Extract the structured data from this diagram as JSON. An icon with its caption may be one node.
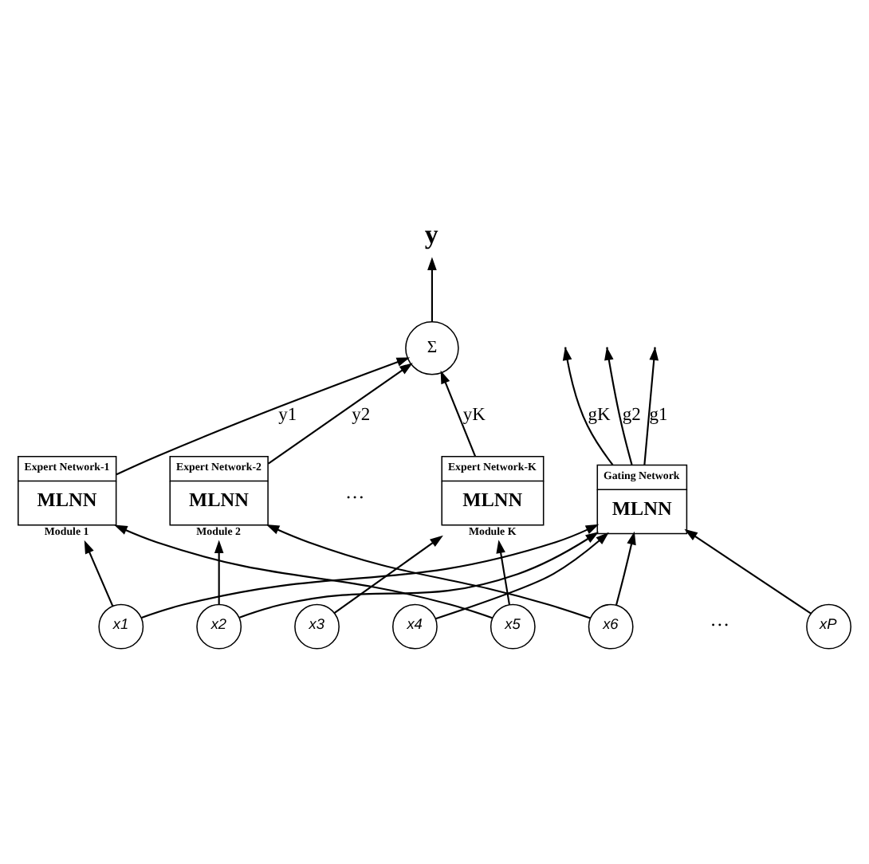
{
  "diagram": {
    "nodes": [
      {
        "text": [
          "y"
        ]
      },
      {
        "text": [
          "Σ"
        ]
      },
      {
        "text": [
          "Expert Network-1",
          "MLNN"
        ],
        "beside": [
          "Module 1"
        ]
      },
      {
        "text": [
          "Expert Network-2",
          "MLNN"
        ],
        "beside": [
          "Module 2"
        ]
      },
      {
        "text": [
          "Expert Network-K",
          "MLNN"
        ],
        "beside": [
          "Module K"
        ]
      },
      {
        "text": [
          "Gating Network",
          "MLNN"
        ]
      },
      {
        "text": [
          "x1"
        ]
      },
      {
        "text": [
          "x2"
        ]
      },
      {
        "text": [
          "x3"
        ]
      },
      {
        "text": [
          "x4"
        ]
      },
      {
        "text": [
          "x5"
        ]
      },
      {
        "text": [
          "x6"
        ]
      },
      {
        "text": [
          "xP"
        ]
      }
    ],
    "edges": [
      {
        "from": 1,
        "to": 0,
        "arrow": "to"
      },
      {
        "from": 2,
        "to": 1,
        "arrow": "to",
        "label": "y1"
      },
      {
        "from": 3,
        "to": 1,
        "arrow": "to",
        "label": "y2"
      },
      {
        "from": 4,
        "to": 1,
        "arrow": "to",
        "label": "yK"
      },
      {
        "from": 5,
        "to": null,
        "arrow": "to",
        "label": "gK"
      },
      {
        "from": 5,
        "to": null,
        "arrow": "to",
        "label": "g2"
      },
      {
        "from": 5,
        "to": null,
        "arrow": "to",
        "label": "g1"
      },
      {
        "from": 6,
        "to": 2,
        "arrow": "to"
      },
      {
        "from": 6,
        "to": 5,
        "arrow": "to"
      },
      {
        "from": 7,
        "to": 3,
        "arrow": "to"
      },
      {
        "from": 7,
        "to": 5,
        "arrow": "to"
      },
      {
        "from": 8,
        "to": 4,
        "arrow": "to"
      },
      {
        "from": 9,
        "to": 5,
        "arrow": "to"
      },
      {
        "from": 10,
        "to": 2,
        "arrow": "to"
      },
      {
        "from": 10,
        "to": 4,
        "arrow": "to"
      },
      {
        "from": 11,
        "to": 3,
        "arrow": "to"
      },
      {
        "from": 11,
        "to": 5,
        "arrow": "to"
      },
      {
        "from": 12,
        "to": 5,
        "arrow": "to"
      }
    ],
    "labels": [
      "···",
      "···"
    ]
  }
}
